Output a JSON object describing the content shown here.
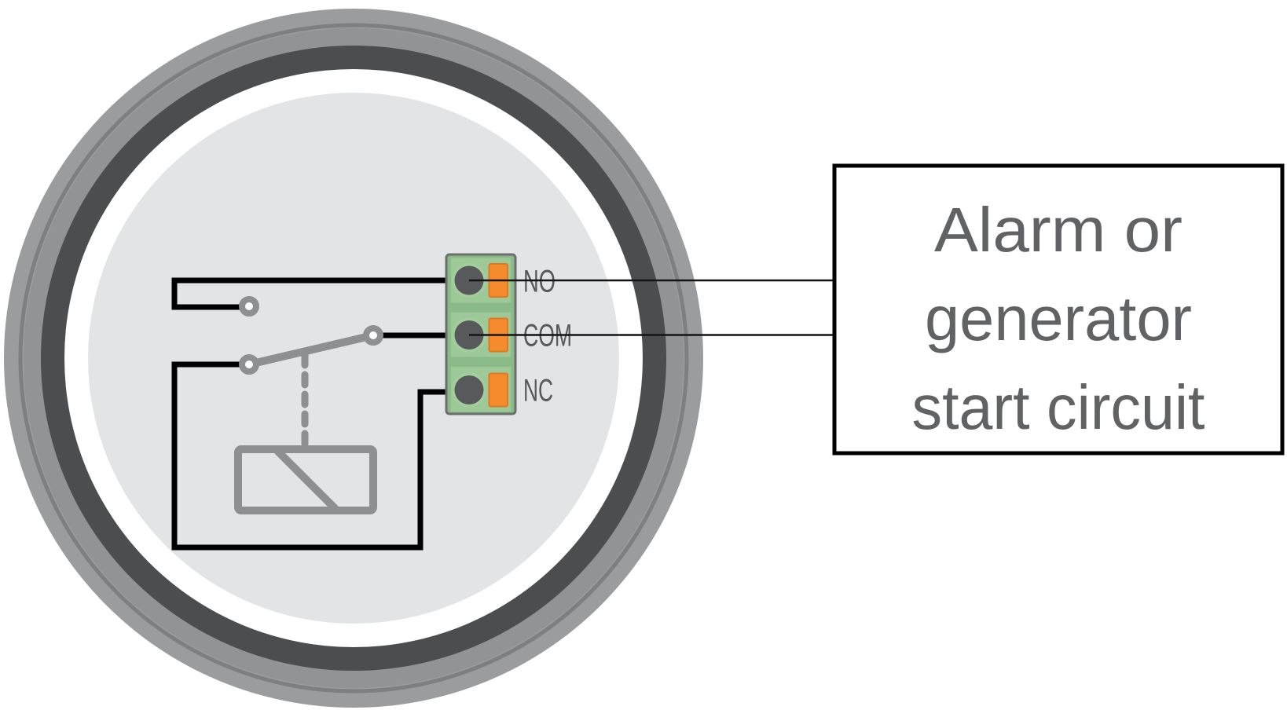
{
  "diagram_title": "Relay wiring: round monitor rear with NO/COM/NC terminal block connected to external circuit",
  "device": {
    "type": "round-device-rear-view",
    "relay_symbol": {
      "kind": "SPDT relay (coil with switch arm shown between NO and NC positions)",
      "arm_state": "resting toward NC side, NO contact open"
    }
  },
  "terminal_block": {
    "terminals": [
      {
        "label": "NO"
      },
      {
        "label": "COM"
      },
      {
        "label": "NC"
      }
    ]
  },
  "external_box": {
    "lines": [
      "Alarm or",
      "generator",
      "start circuit"
    ],
    "full_text": "Alarm or generator start circuit"
  },
  "colors": {
    "background": "#ffffff",
    "device_outer_ring": "#9a9c9e",
    "device_ring_groove": "#7d7f81",
    "device_mid_ring": "#919395",
    "device_dark_ring": "#4b4d4f",
    "device_white_ring": "#ffffff",
    "device_face": "#e3e4e6",
    "wire_black": "#000000",
    "relay_symbol_gray": "#8d8f91",
    "terminal_block_green": "#8aba85",
    "terminal_cell_green": "#9dc897",
    "terminal_block_border": "#6b6d6f",
    "terminal_lever_orange": "#f68b2d",
    "terminal_lever_border": "#df7a20",
    "terminal_hole_gray": "#58595b",
    "terminal_hole_ring_green": "#a4cd9d",
    "terminal_label_gray": "#56585a",
    "box_border": "#000000",
    "box_fill": "#ffffff",
    "box_text_gray": "#606264"
  }
}
